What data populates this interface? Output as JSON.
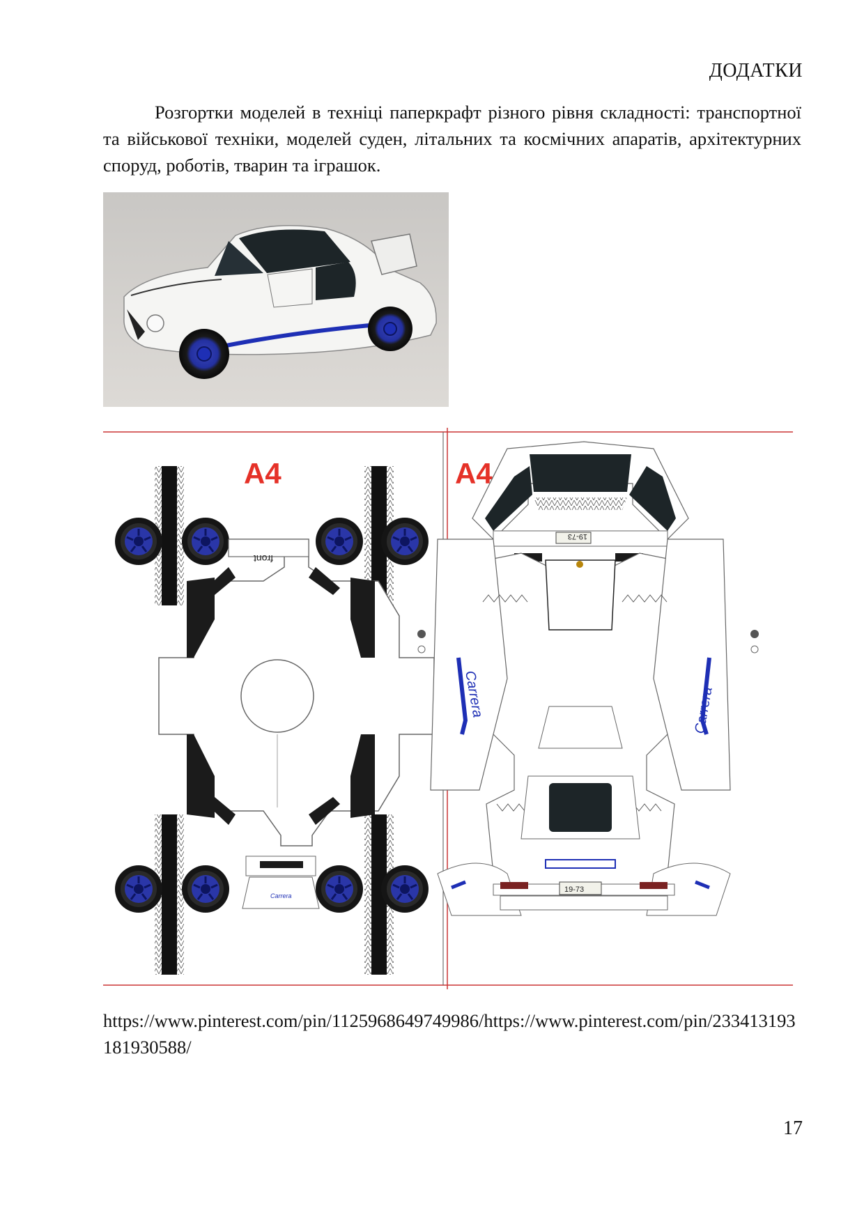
{
  "header": {
    "section_title": "ДОДАТКИ"
  },
  "intro": {
    "text": "Розгортки моделей в техніці паперкрафт різного рівня складності: транспортної та військової техніки, моделей суден, літальних та космічних апаратів, архітектурних споруд, роботів, тварин та іграшок."
  },
  "sheets": {
    "left_label": "A4",
    "right_label": "A4",
    "front_tab_label": "front",
    "plate_text": "19-73",
    "side_script": "Carrera"
  },
  "source": {
    "url_text": "https://www.pinterest.com/pin/1125968649749986/https://www.pinterest.com/pin/233413193181930588/"
  },
  "footer": {
    "page_number": "17"
  },
  "colors": {
    "accent_red": "#e53128",
    "stripe_blue": "#1e2fb5",
    "glass": "#1d2528"
  }
}
